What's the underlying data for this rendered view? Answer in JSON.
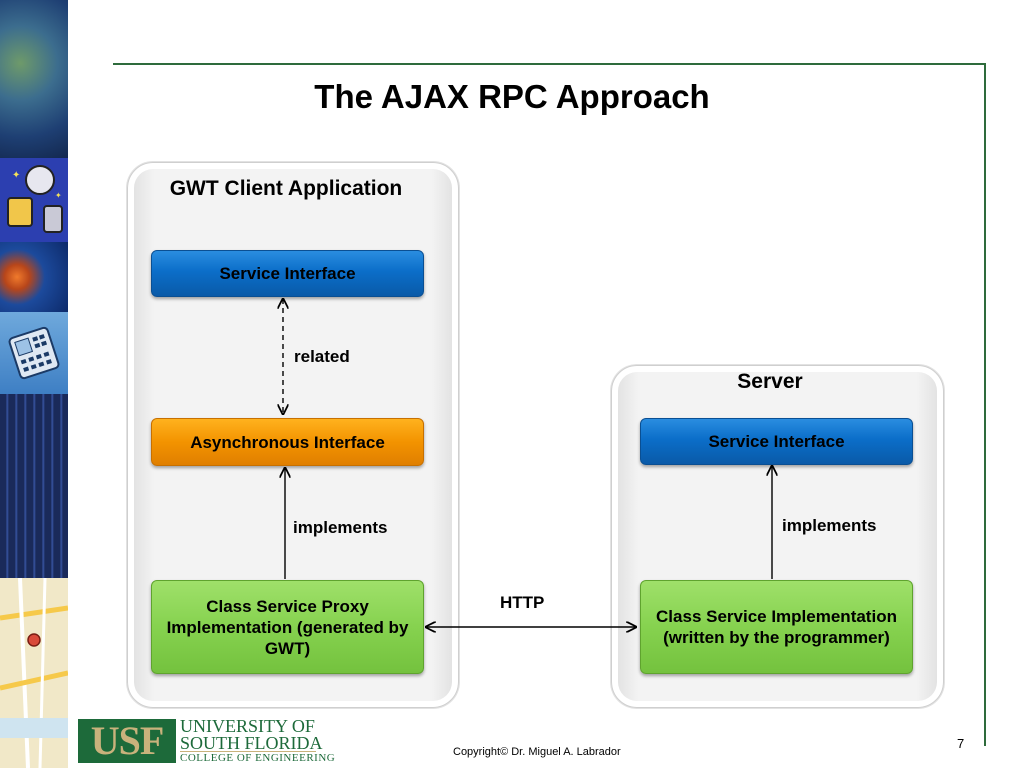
{
  "slide": {
    "title": "The AJAX RPC Approach",
    "copyright": "Copyright© Dr. Miguel A. Labrador",
    "page_number": "7",
    "frame_color": "#2e6b3c"
  },
  "logo": {
    "mark": "USF",
    "line1": "UNIVERSITY OF",
    "line2": "SOUTH FLORIDA",
    "line3": "COLLEGE OF ENGINEERING",
    "colors": {
      "green": "#1d6a3a",
      "gold": "#c9b27c"
    }
  },
  "client": {
    "title": "GWT Client Application",
    "service_interface": "Service Interface",
    "related_label": "related",
    "async_interface": "Asynchronous Interface",
    "implements_label": "implements",
    "proxy": "Class Service Proxy Implementation (generated by GWT)"
  },
  "server": {
    "title": "Server",
    "service_interface": "Service Interface",
    "implements_label": "implements",
    "impl": "Class Service Implementation (written by the programmer)"
  },
  "http_label": "HTTP",
  "colors": {
    "blue": "#0b6ec9",
    "orange": "#f39300",
    "green": "#86d24f"
  },
  "sidebar_icons": [
    "satellite-map-icon",
    "network-devices-icon",
    "brain-scan-icon",
    "mobile-device-icon",
    "circuit-board-icon",
    "street-map-icon"
  ]
}
